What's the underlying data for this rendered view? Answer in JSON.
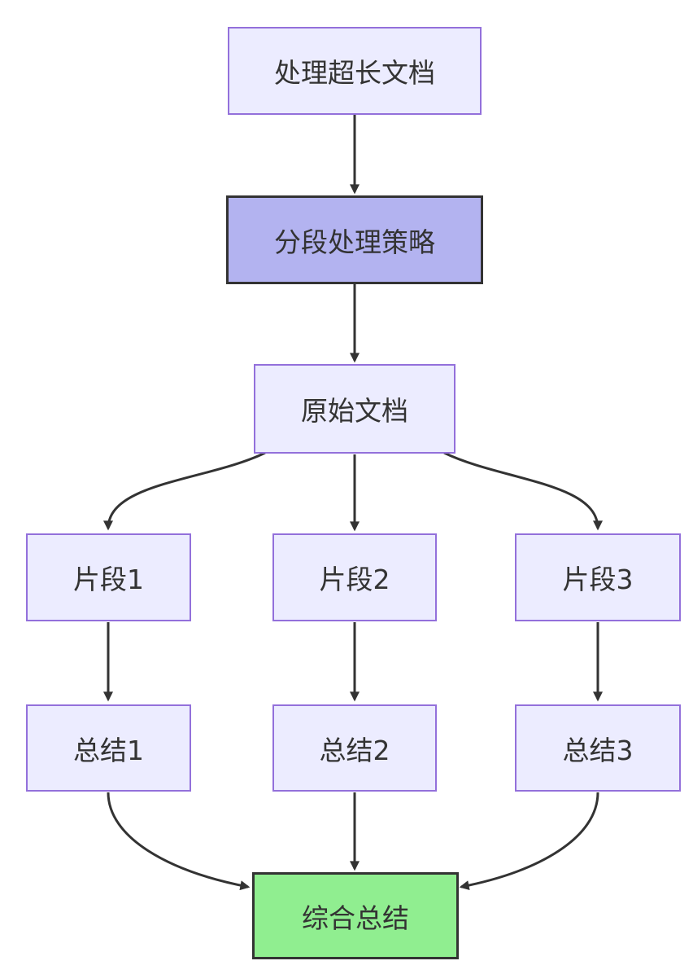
{
  "diagram": {
    "type": "flowchart",
    "direction": "top-down",
    "nodes": {
      "start": {
        "id": "start",
        "label": "处理超长文档",
        "style": "default"
      },
      "strategy": {
        "id": "strategy",
        "label": "分段处理策略",
        "style": "highlight"
      },
      "original": {
        "id": "original",
        "label": "原始文档",
        "style": "default"
      },
      "seg1": {
        "id": "seg1",
        "label": "片段1",
        "style": "default"
      },
      "seg2": {
        "id": "seg2",
        "label": "片段2",
        "style": "default"
      },
      "seg3": {
        "id": "seg3",
        "label": "片段3",
        "style": "default"
      },
      "sum1": {
        "id": "sum1",
        "label": "总结1",
        "style": "default"
      },
      "sum2": {
        "id": "sum2",
        "label": "总结2",
        "style": "default"
      },
      "sum3": {
        "id": "sum3",
        "label": "总结3",
        "style": "default"
      },
      "final": {
        "id": "final",
        "label": "综合总结",
        "style": "success"
      }
    },
    "edges": [
      {
        "from": "start",
        "to": "strategy"
      },
      {
        "from": "strategy",
        "to": "original"
      },
      {
        "from": "original",
        "to": "seg1"
      },
      {
        "from": "original",
        "to": "seg2"
      },
      {
        "from": "original",
        "to": "seg3"
      },
      {
        "from": "seg1",
        "to": "sum1"
      },
      {
        "from": "seg2",
        "to": "sum2"
      },
      {
        "from": "seg3",
        "to": "sum3"
      },
      {
        "from": "sum1",
        "to": "final"
      },
      {
        "from": "sum2",
        "to": "final"
      },
      {
        "from": "sum3",
        "to": "final"
      }
    ],
    "colors": {
      "background": "#ffffff",
      "node_fill": "#ECECFF",
      "node_border": "#9370DB",
      "highlight_fill": "#B3B3F0",
      "success_fill": "#90EE90",
      "dark_border": "#333333",
      "edge_color": "#333333",
      "text_color": "#333333"
    }
  }
}
